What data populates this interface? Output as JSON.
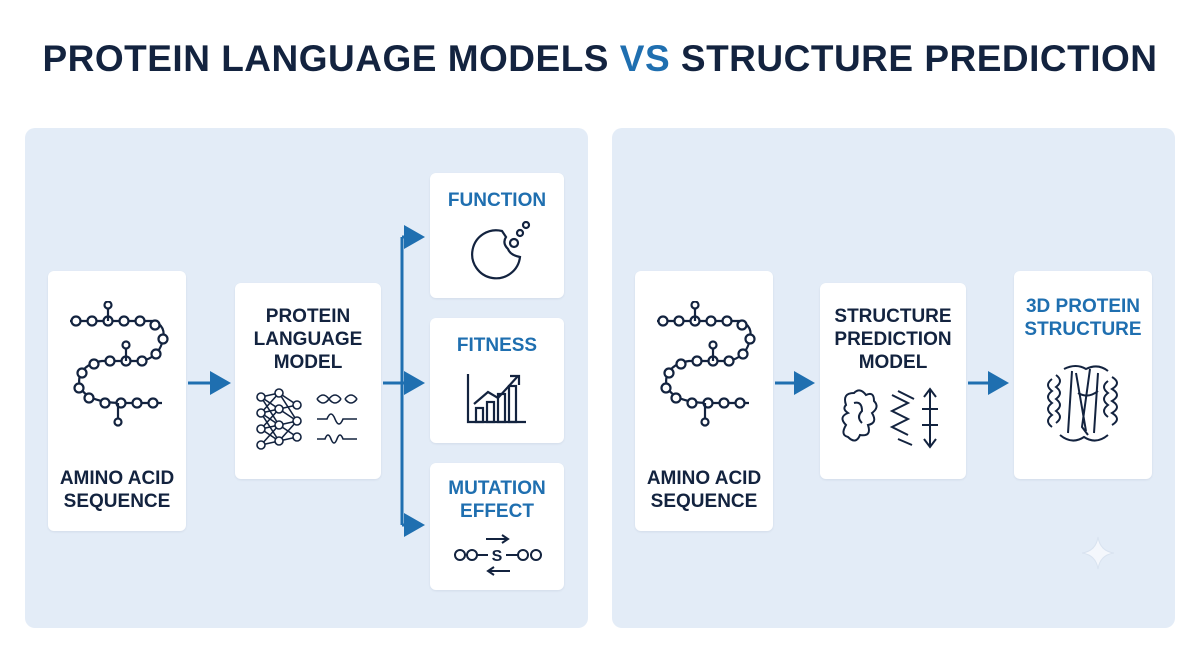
{
  "title": {
    "main": "PROTEIN LANGUAGE MODELS",
    "vs": "VS",
    "rest": "STRUCTURE PREDICTION"
  },
  "left_panel": {
    "input_card": {
      "label": "AMINO ACID\nSEQUENCE",
      "icon": "amino-acid-chain-icon"
    },
    "model_card": {
      "label": "PROTEIN\nLANGUAGE\nMODEL",
      "icon": "neural-network-icon"
    },
    "outputs": [
      {
        "label": "FUNCTION",
        "icon": "enzyme-icon"
      },
      {
        "label": "FITNESS",
        "icon": "bar-chart-trend-icon"
      },
      {
        "label": "MUTATION\nEFFECT",
        "icon": "substitution-icon"
      }
    ]
  },
  "right_panel": {
    "input_card": {
      "label": "AMINO ACID\nSEQUENCE",
      "icon": "amino-acid-chain-icon"
    },
    "model_card": {
      "label": "STRUCTURE\nPREDICTION\nMODEL",
      "icon": "fold-helix-icon"
    },
    "output_card": {
      "label": "3D PROTEIN\nSTRUCTURE",
      "icon": "protein-ribbon-icon"
    }
  },
  "mutation_letter": "S",
  "colors": {
    "navy": "#13233f",
    "blue": "#1f6fb0",
    "panel": "#e3ecf7",
    "card": "#ffffff"
  }
}
